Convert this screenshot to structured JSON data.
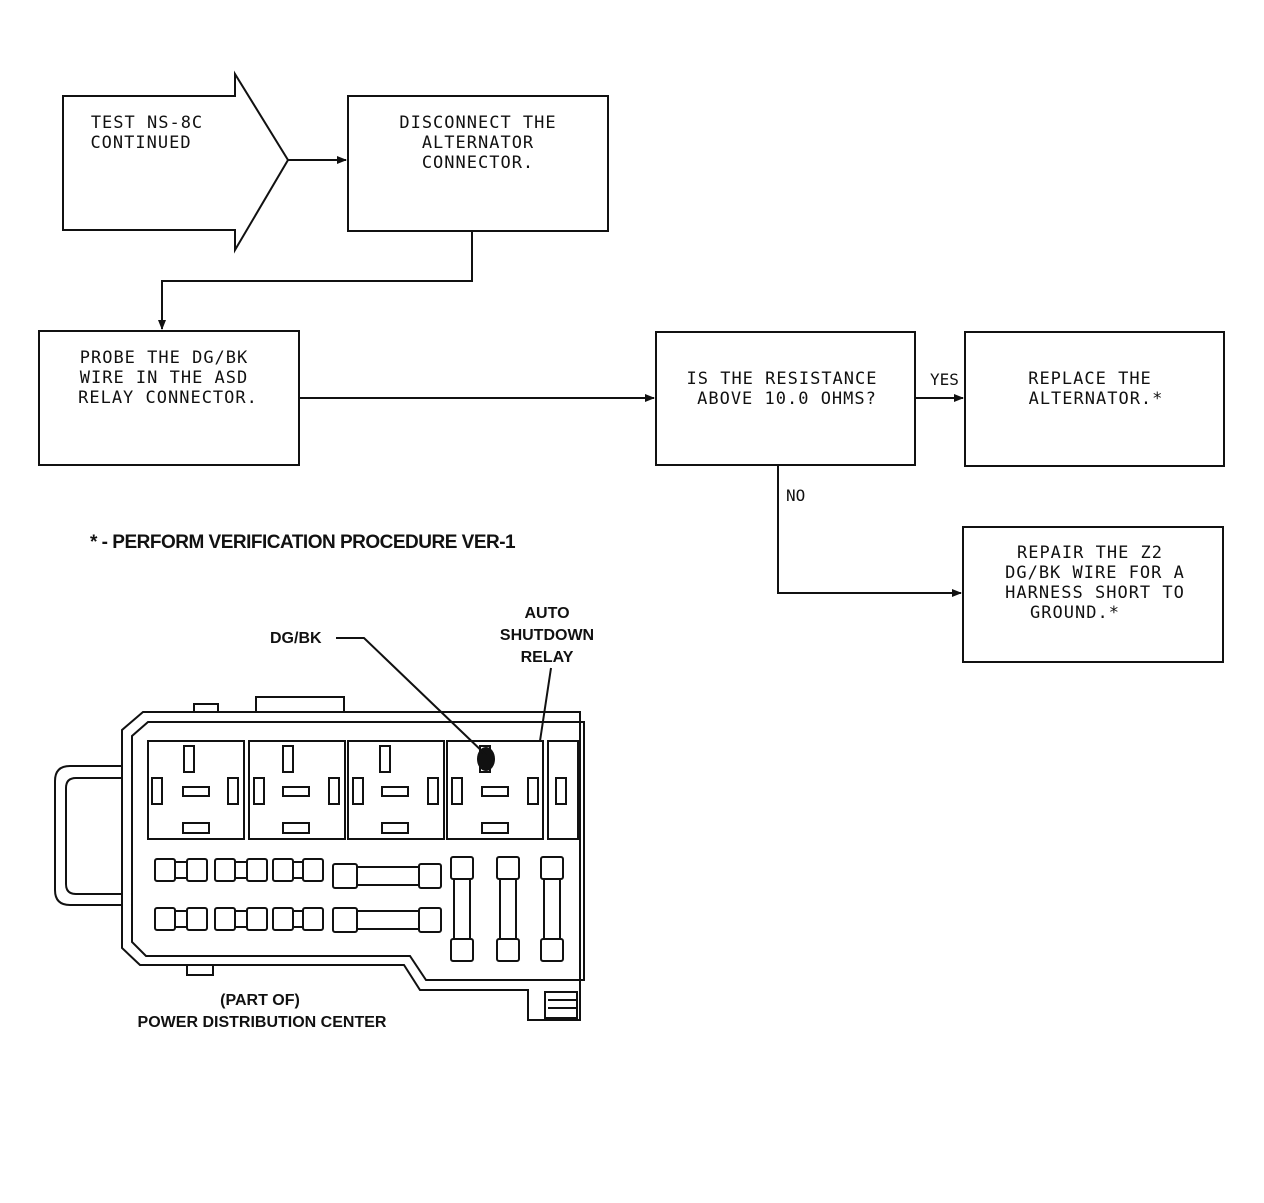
{
  "flowchart": {
    "start": {
      "lines": [
        "TEST NS-8C",
        "CONTINUED"
      ]
    },
    "disconnect": {
      "lines": [
        "DISCONNECT THE",
        "ALTERNATOR",
        "CONNECTOR."
      ]
    },
    "probe": {
      "lines": [
        "PROBE THE DG/BK",
        "WIRE IN THE ASD",
        "RELAY CONNECTOR."
      ]
    },
    "question": {
      "lines": [
        "IS THE RESISTANCE",
        "ABOVE 10.0 OHMS?"
      ]
    },
    "replace": {
      "lines": [
        "REPLACE THE",
        "ALTERNATOR.*"
      ]
    },
    "repair": {
      "lines": [
        "REPAIR THE Z2",
        "DG/BK WIRE FOR A",
        "HARNESS SHORT TO",
        "GROUND.*"
      ]
    },
    "yes_label": "YES",
    "no_label": "NO"
  },
  "note": "* - PERFORM VERIFICATION PROCEDURE VER-1",
  "illustration": {
    "wire_label": "DG/BK",
    "relay_label": [
      "AUTO",
      "SHUTDOWN",
      "RELAY"
    ],
    "caption": [
      "(PART OF)",
      "POWER DISTRIBUTION CENTER"
    ]
  }
}
